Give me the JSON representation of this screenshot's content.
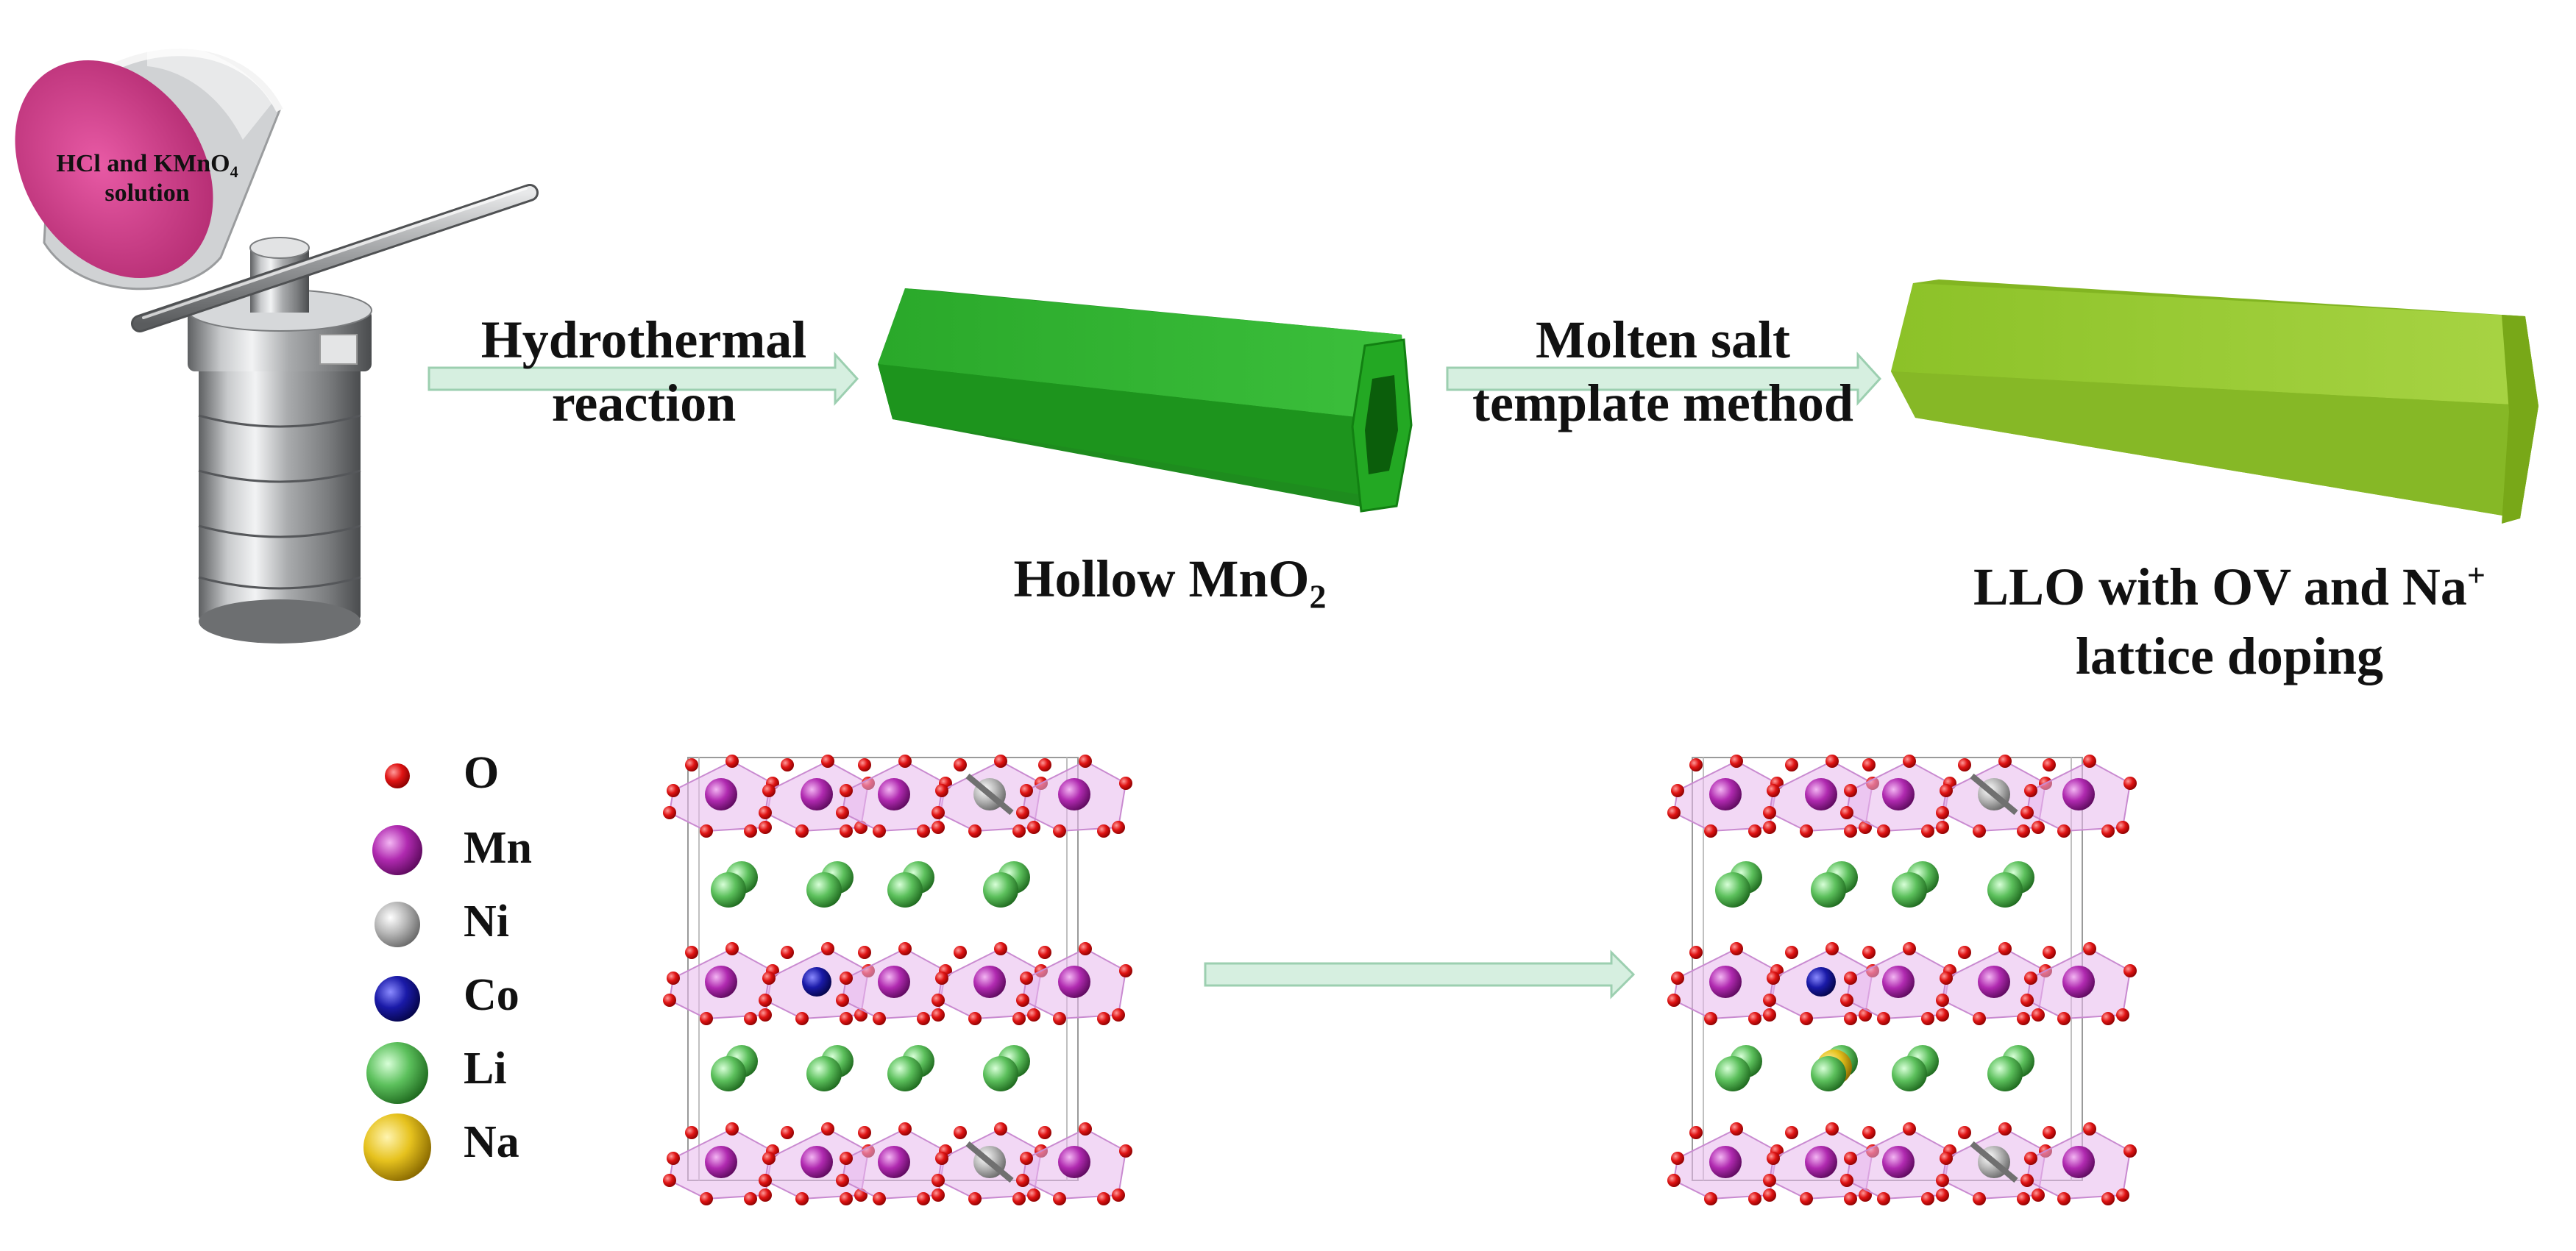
{
  "beaker": {
    "label_line1_main": "HCl and KMnO",
    "label_line1_sub": "4",
    "label_line2": "solution"
  },
  "step1": {
    "line1": "Hydrothermal",
    "line2": "reaction"
  },
  "step2": {
    "line1": "Molten salt",
    "line2": "template method"
  },
  "product1": {
    "main": "Hollow MnO",
    "sub": "2"
  },
  "product2": {
    "line1_main": "LLO with OV and Na",
    "line1_sup": "+",
    "line2": "lattice doping"
  },
  "legend": [
    {
      "label": "O",
      "color": "#e01414"
    },
    {
      "label": "Mn",
      "color": "#b02ab0"
    },
    {
      "label": "Ni",
      "color": "#b8b8b8"
    },
    {
      "label": "Co",
      "color": "#1a1aa8"
    },
    {
      "label": "Li",
      "color": "#5cc05c"
    },
    {
      "label": "Na",
      "color": "#e6c21e"
    }
  ],
  "colors": {
    "arrow_fill": "#d6efe0",
    "arrow_stroke": "#9ccfb0",
    "rod1_top": "#33b533",
    "rod1_front": "#1f9a1f",
    "rod2_top": "#9acc33",
    "rod2_front": "#7fb01e",
    "octahedra": "#e8b8ec",
    "beaker_liquid": "#d9478f"
  }
}
